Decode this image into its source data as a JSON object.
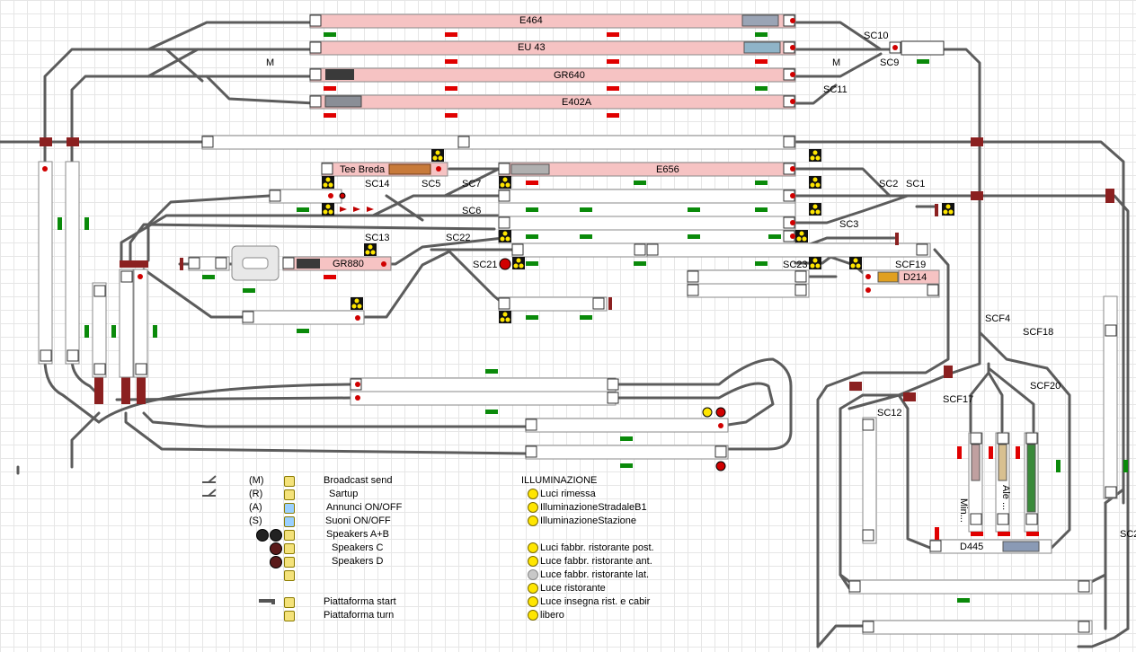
{
  "tracks": {
    "E464": "E464",
    "EU43": "EU 43",
    "GR640": "GR640",
    "E402A": "E402A",
    "TeeBreda": "Tee Breda",
    "E656": "E656",
    "GR880": "GR880",
    "D214": "D214",
    "D445": "D445",
    "Min": "Min...",
    "Ale": "Ale ...",
    "SC_C2": "SC2"
  },
  "switches": {
    "SC10": "SC10",
    "SC9": "SC9",
    "SC11": "SC11",
    "M1": "M",
    "M2": "M",
    "SC14": "SC14",
    "SC5": "SC5",
    "SC7": "SC7",
    "SC2": "SC2",
    "SC1": "SC1",
    "SC6": "SC6",
    "SC3": "SC3",
    "SC13": "SC13",
    "SC22": "SC22",
    "SC21": "SC21",
    "SC23": "SC23",
    "SCF19": "SCF19",
    "SCF4": "SCF4",
    "SCF18": "SCF18",
    "SCF20": "SCF20",
    "SCF17": "SCF17",
    "SC12": "SC12",
    "SC2b": "SC2"
  },
  "controls": [
    {
      "key": "(M)",
      "label": "Broadcast send"
    },
    {
      "key": "(R)",
      "label": "Sartup"
    },
    {
      "key": "(A)",
      "label": "Annunci ON/OFF"
    },
    {
      "key": "(S)",
      "label": "Suoni ON/OFF"
    },
    {
      "key": "",
      "label": "Speakers A+B"
    },
    {
      "key": "",
      "label": "Speakers C"
    },
    {
      "key": "",
      "label": "Speakers D"
    },
    {
      "key": "",
      "label": "Piattaforma start"
    },
    {
      "key": "",
      "label": "Piattaforma turn"
    }
  ],
  "lights": {
    "title": "ILLUMINAZIONE",
    "items": [
      "Luci rimessa",
      "IlluminazioneStradaleB1",
      "IlluminazioneStazione",
      "Luci fabbr. ristorante post.",
      "Luce fabbr. ristorante ant.",
      "Luce fabbr. ristorante lat.",
      "Luce ristorante",
      "Luce insegna rist. e cabir",
      "libero"
    ]
  },
  "colors": {
    "track": "#606060",
    "occupied": "#f6c3c3",
    "free_marker": "#0a8a0a",
    "busy_marker": "#e00000",
    "crossing": "#8b2020"
  }
}
